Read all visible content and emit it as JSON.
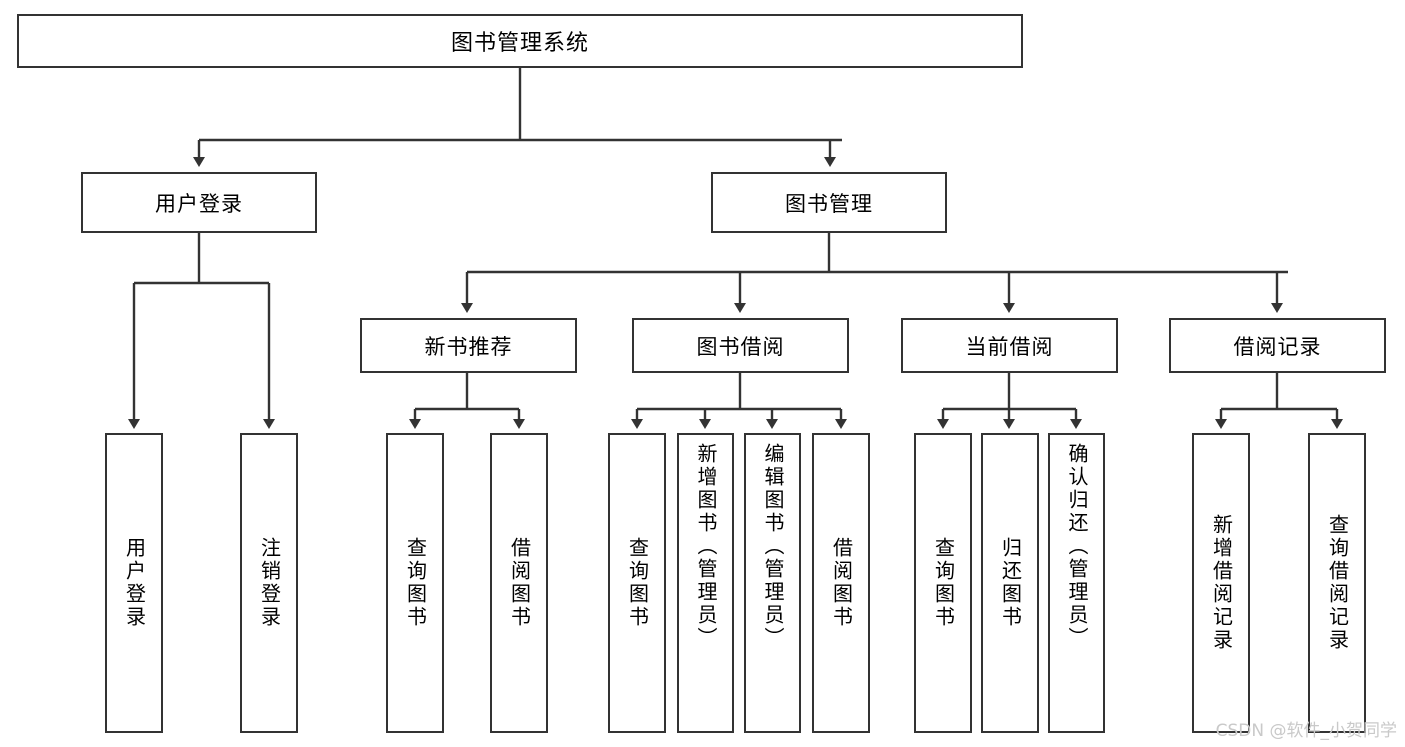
{
  "diagram": {
    "title": "图书管理系统",
    "type": "功能结构图",
    "stroke_color": "#333333",
    "fill_color": "#ffffff",
    "text_color": "#000000"
  },
  "root": {
    "label": "图书管理系统"
  },
  "level2": [
    {
      "id": "user-login",
      "label": "用户登录"
    },
    {
      "id": "book-management",
      "label": "图书管理"
    }
  ],
  "level3": [
    {
      "id": "new-book-recommend",
      "label": "新书推荐",
      "parent": "book-management"
    },
    {
      "id": "book-borrow",
      "label": "图书借阅",
      "parent": "book-management"
    },
    {
      "id": "current-borrow",
      "label": "当前借阅",
      "parent": "book-management"
    },
    {
      "id": "borrow-record",
      "label": "借阅记录",
      "parent": "book-management"
    }
  ],
  "leaves": [
    {
      "id": "leaf-user-login",
      "label": "用户登录",
      "parent": "user-login"
    },
    {
      "id": "leaf-user-logout",
      "label": "注销登录",
      "parent": "user-login"
    },
    {
      "id": "leaf-query-book-1",
      "label": "查询图书",
      "parent": "new-book-recommend"
    },
    {
      "id": "leaf-borrow-book-1",
      "label": "借阅图书",
      "parent": "new-book-recommend"
    },
    {
      "id": "leaf-query-book-2",
      "label": "查询图书",
      "parent": "book-borrow"
    },
    {
      "id": "leaf-add-book",
      "label": "新增图书（管理员）",
      "parent": "book-borrow"
    },
    {
      "id": "leaf-edit-book",
      "label": "编辑图书（管理员）",
      "parent": "book-borrow"
    },
    {
      "id": "leaf-borrow-book-2",
      "label": "借阅图书",
      "parent": "book-borrow"
    },
    {
      "id": "leaf-query-book-3",
      "label": "查询图书",
      "parent": "current-borrow"
    },
    {
      "id": "leaf-return-book",
      "label": "归还图书",
      "parent": "current-borrow"
    },
    {
      "id": "leaf-confirm-return",
      "label": "确认归还（管理员）",
      "parent": "current-borrow"
    },
    {
      "id": "leaf-add-record",
      "label": "新增借阅记录",
      "parent": "borrow-record"
    },
    {
      "id": "leaf-query-record",
      "label": "查询借阅记录",
      "parent": "borrow-record"
    }
  ],
  "watermark": {
    "text": "CSDN @软件_小贺同学"
  }
}
